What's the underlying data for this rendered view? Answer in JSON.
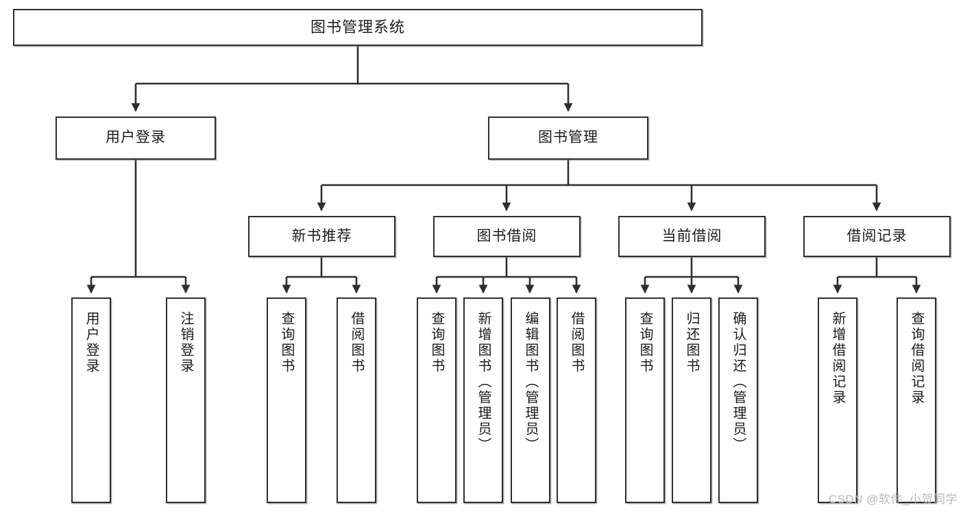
{
  "diagram": {
    "title": "图书管理系统",
    "type": "tree-hierarchy-diagram",
    "colors": {
      "box_border": "#2e2e2e",
      "box_fill": "#ffffff",
      "connector": "#2e2e2e",
      "background": "#ffffff",
      "watermark": "#b8b8b8"
    },
    "nodes": {
      "root": {
        "label": "图书管理系统"
      },
      "level2": [
        {
          "id": "user-login",
          "label": "用户登录"
        },
        {
          "id": "book-management",
          "label": "图书管理"
        }
      ],
      "level3": [
        {
          "id": "new-book-recommend",
          "label": "新书推荐"
        },
        {
          "id": "book-borrow",
          "label": "图书借阅"
        },
        {
          "id": "current-borrow",
          "label": "当前借阅"
        },
        {
          "id": "borrow-record",
          "label": "借阅记录"
        }
      ],
      "leaves": {
        "user-login": [
          {
            "id": "leaf-user-login",
            "label": "用户登录"
          },
          {
            "id": "leaf-logout-login",
            "label": "注销登录"
          }
        ],
        "new-book-recommend": [
          {
            "id": "leaf-query-book-1",
            "label": "查询图书"
          },
          {
            "id": "leaf-borrow-book-1",
            "label": "借阅图书"
          }
        ],
        "book-borrow": [
          {
            "id": "leaf-query-book-2",
            "label": "查询图书"
          },
          {
            "id": "leaf-add-book",
            "label": "新增图书（管理员）"
          },
          {
            "id": "leaf-edit-book",
            "label": "编辑图书（管理员）"
          },
          {
            "id": "leaf-borrow-book-2",
            "label": "借阅图书"
          }
        ],
        "current-borrow": [
          {
            "id": "leaf-query-book-3",
            "label": "查询图书"
          },
          {
            "id": "leaf-return-book",
            "label": "归还图书"
          },
          {
            "id": "leaf-confirm-return",
            "label": "确认归还（管理员）"
          }
        ],
        "borrow-record": [
          {
            "id": "leaf-add-record",
            "label": "新增借阅记录"
          },
          {
            "id": "leaf-query-record",
            "label": "查询借阅记录"
          }
        ]
      }
    },
    "watermark": "CSDN @软件_小贺同学"
  }
}
